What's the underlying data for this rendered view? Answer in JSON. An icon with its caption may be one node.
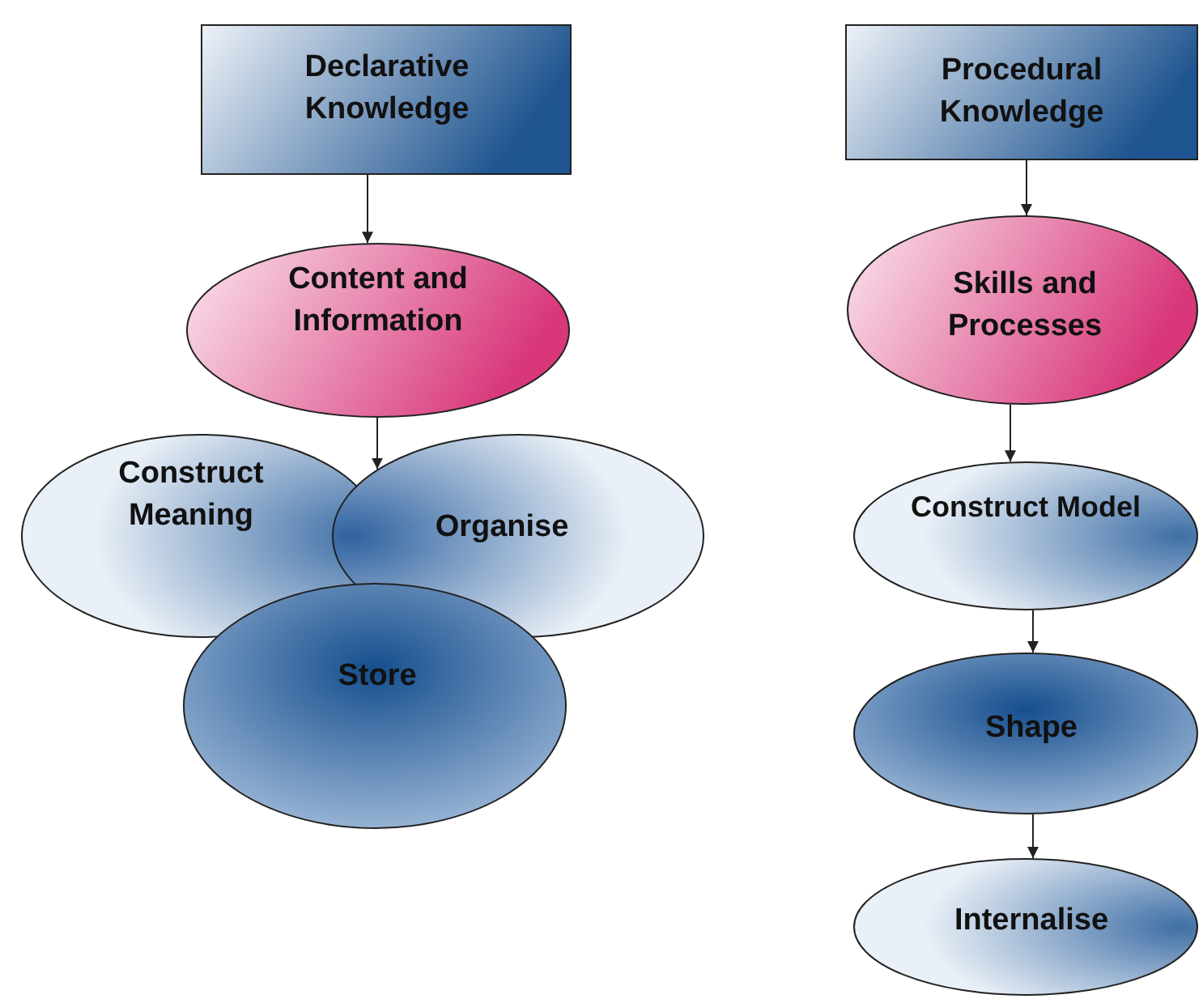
{
  "diagram": {
    "nodes": [
      {
        "text": [
          "Declarative Knowledge"
        ]
      },
      {
        "text": [
          "Content and Information"
        ]
      },
      {
        "text": [
          "Construct Meaning"
        ]
      },
      {
        "text": [
          "Organise"
        ]
      },
      {
        "text": [
          "Store"
        ]
      },
      {
        "text": [
          "Procedural Knowledge"
        ]
      },
      {
        "text": [
          "Skills and Processes"
        ]
      },
      {
        "text": [
          "Construct Model"
        ]
      },
      {
        "text": [
          "Shape"
        ]
      },
      {
        "text": [
          "Internalise"
        ]
      }
    ],
    "edges": [
      {
        "from": 0,
        "to": 1,
        "arrow": "to"
      },
      {
        "from": 1,
        "to": 3,
        "arrow": "to"
      },
      {
        "from": 5,
        "to": 6,
        "arrow": "to"
      },
      {
        "from": 6,
        "to": 7,
        "arrow": "to"
      },
      {
        "from": 7,
        "to": 8,
        "arrow": "to"
      },
      {
        "from": 8,
        "to": 9,
        "arrow": "to"
      }
    ]
  }
}
